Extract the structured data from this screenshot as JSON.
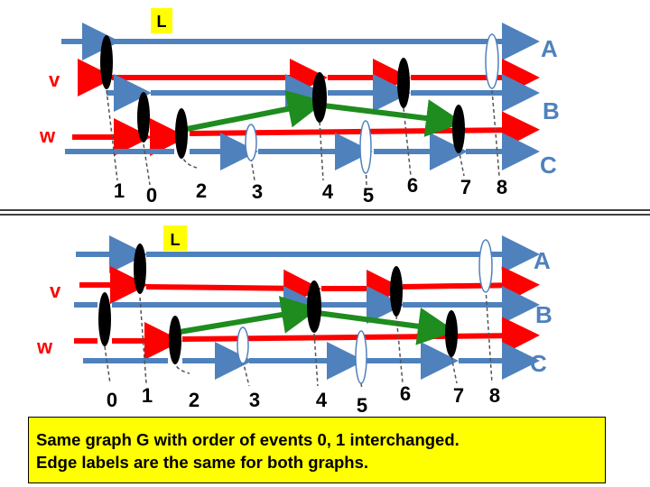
{
  "colors": {
    "blue": "#4f81bd",
    "red": "#ff0000",
    "green": "#1e8c1e",
    "highlight": "#ffff00",
    "text_blue": "#4f81bd",
    "text_red": "#ff0000"
  },
  "line_labels": {
    "a": "A",
    "b": "B",
    "c": "C",
    "v": "v",
    "w": "w",
    "l": "L"
  },
  "top_graph": {
    "event_order": [
      "1",
      "0",
      "2",
      "3",
      "4",
      "5",
      "6",
      "7",
      "8"
    ]
  },
  "bottom_graph": {
    "event_order": [
      "0",
      "1",
      "2",
      "3",
      "4",
      "5",
      "6",
      "7",
      "8"
    ]
  },
  "caption": {
    "line1": "Same graph G with order of events 0, 1 interchanged.",
    "line2": "Edge labels are the same for both graphs."
  }
}
